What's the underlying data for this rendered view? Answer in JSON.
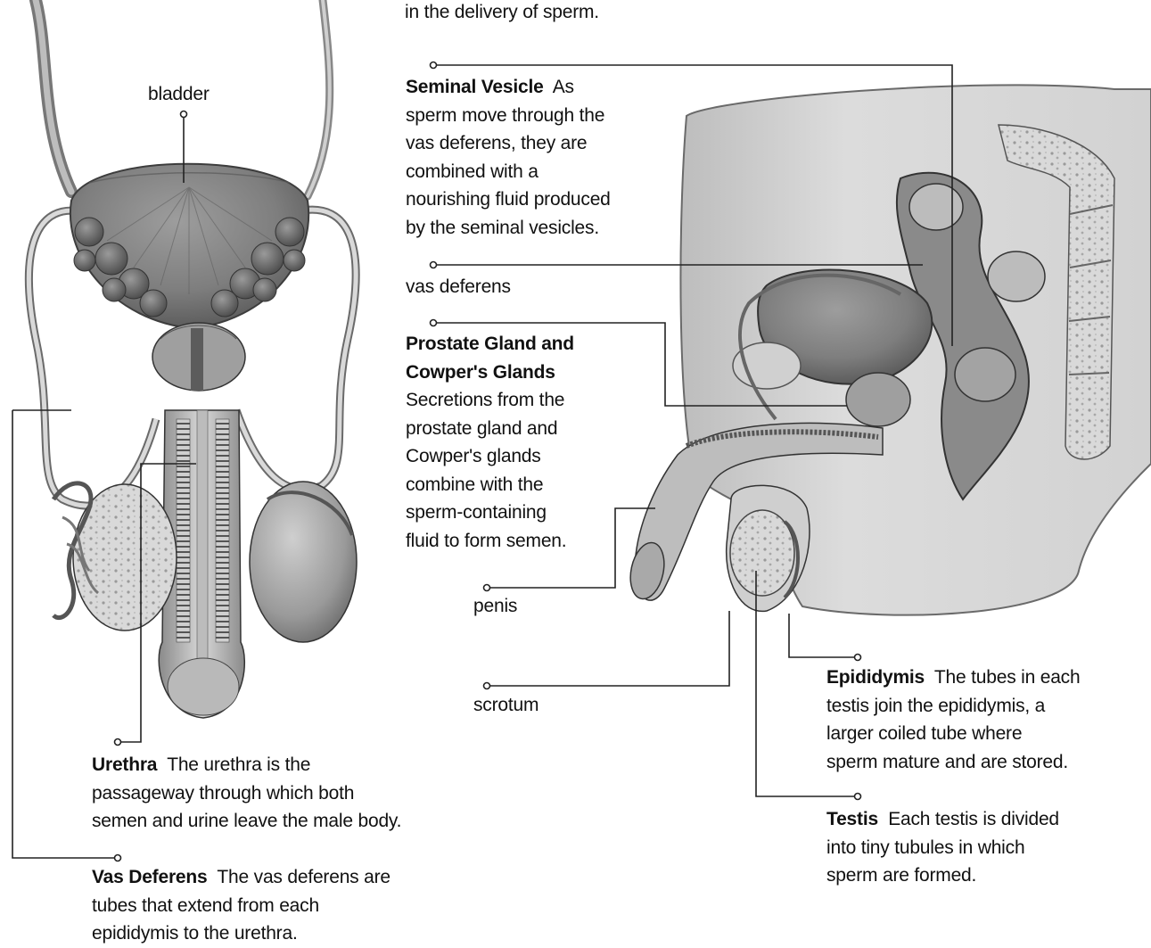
{
  "top_fragment": "in the delivery of sperm.",
  "labels": {
    "bladder": "bladder",
    "vas_deferens": "vas deferens",
    "penis": "penis",
    "scrotum": "scrotum"
  },
  "seminal_vesicle": {
    "title": "Seminal Vesicle",
    "lines": [
      "As",
      "sperm move through the",
      "vas deferens, they are",
      "combined with a",
      "nourishing fluid produced",
      "by the seminal vesicles."
    ]
  },
  "prostate": {
    "title_lines": [
      "Prostate Gland and",
      "Cowper's Glands"
    ],
    "lines": [
      "Secretions from the",
      "prostate gland and",
      "Cowper's glands",
      "combine with the",
      "sperm-containing",
      "fluid to form semen."
    ]
  },
  "urethra": {
    "title": "Urethra",
    "lines": [
      "The urethra is the",
      "passageway through which both",
      "semen and urine leave the male body."
    ]
  },
  "vas_deferens_block": {
    "title": "Vas Deferens",
    "lines": [
      "The vas deferens are",
      "tubes that extend from each",
      "epididymis to the urethra."
    ]
  },
  "epididymis": {
    "title": "Epididymis",
    "lines": [
      "The tubes in each",
      "testis join the epididymis, a",
      "larger coiled tube where",
      "sperm mature and are stored."
    ]
  },
  "testis": {
    "title": "Testis",
    "lines": [
      "Each testis is divided",
      "into tiny tubules in which",
      "sperm are formed."
    ]
  },
  "colors": {
    "tissue_light": "#e2e2e2",
    "tissue_mid": "#b5b5b5",
    "tissue_dark": "#6f6f6f",
    "leader_line": "#222222"
  }
}
